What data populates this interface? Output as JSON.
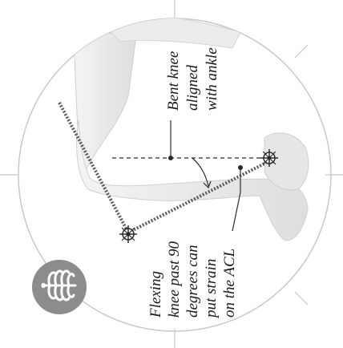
{
  "labels": {
    "aligned_title": [
      "Bent knee",
      "aligned",
      "with ankle"
    ],
    "flex_warning": [
      "Flexing",
      "knee past 90",
      "degrees can",
      "put strain",
      "on the ACL"
    ]
  },
  "icons": {
    "badge": "rib-cage-icon",
    "joint_markers": "joint-gear-icon"
  },
  "colors": {
    "circle_stroke": "#c8c8c8",
    "badge_fill": "#8c8c8c",
    "line": "#2a2a2a",
    "limb": "#5a5a5a"
  }
}
